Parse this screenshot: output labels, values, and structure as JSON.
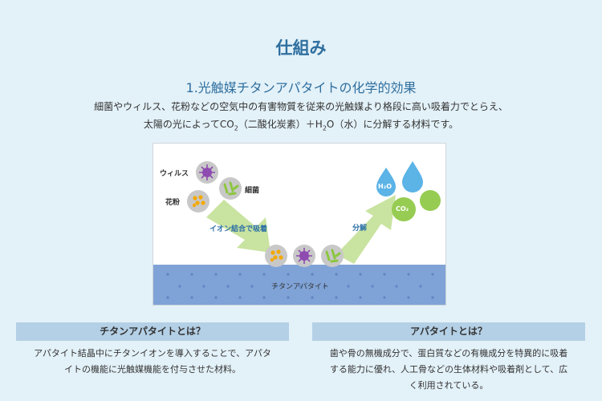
{
  "section": {
    "title": "仕組み",
    "subtitle": "1.光触媒チタンアパタイトの化学的効果",
    "desc_line1": "細菌やウィルス、花粉などの空気中の有害物質を従来の光触媒より格段に高い吸着力でとらえ、",
    "desc_line2_a": "太陽の光によってCO",
    "desc_line2_sub1": "2",
    "desc_line2_b": "（二酸化炭素）＋H",
    "desc_line2_sub2": "2",
    "desc_line2_c": "O（水）に分解する材料です。"
  },
  "diagram": {
    "label_virus": "ウィルス",
    "label_bacteria": "細菌",
    "label_pollen": "花粉",
    "label_adsorb": "イオン結合で吸着",
    "label_decompose": "分解",
    "label_h2o": "H₂O",
    "label_co2": "CO₂",
    "label_surface": "チタンアパタイト",
    "colors": {
      "arrow": "#c9e3a0",
      "surface": "#7fa3d6",
      "drop": "#5bb3e6",
      "co2": "#96cc52",
      "particle": "#c8c8c8"
    }
  },
  "cards": [
    {
      "head": "チタンアパタイトとは？",
      "line1": "アパタイト結晶中にチタンイオンを導入することで、アパタ",
      "line2": "イトの機能に光触媒機能を付与させた材料。"
    },
    {
      "head": "アパタイトとは？",
      "line1": "歯や骨の無機成分で、蛋白質などの有機成分を特異的に吸着",
      "line2": "する能力に優れ、人工骨などの生体材料や吸着剤として、広",
      "line3": "く利用されている。"
    }
  ]
}
